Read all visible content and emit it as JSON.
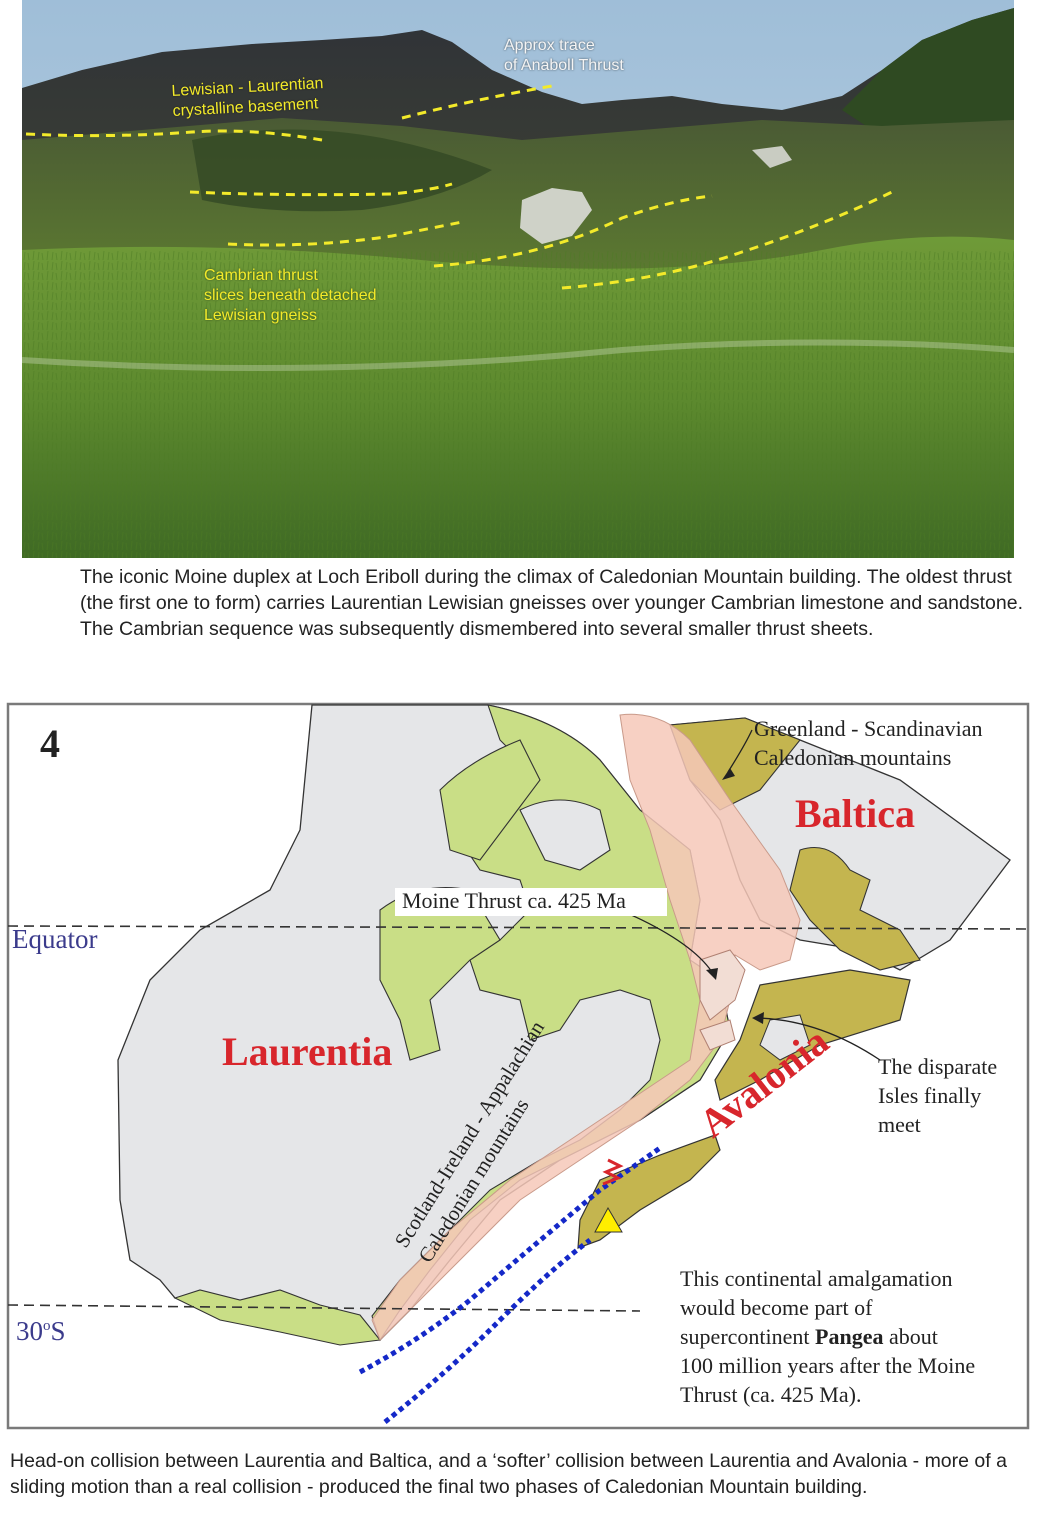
{
  "photo": {
    "labels": {
      "basement": "Lewisian - Laurentian\ncrystalline basement",
      "thrust_trace": "Approx  trace\nof Anaboll Thrust",
      "cambrian": "Cambrian thrust\nslices beneath detached\nLewisian gneiss"
    },
    "colors": {
      "annotation": "#f3ea2a",
      "grass": "#5d8a2e",
      "sky": "#a9c6dc"
    }
  },
  "captions": {
    "top": "The iconic Moine duplex at Loch Eriboll during the climax of Caledonian Mountain building. The oldest thrust (the first one to form) carries Laurentian Lewisian gneisses over younger Cambrian limestone and sandstone. The Cambrian sequence was subsequently dismembered into several smaller thrust sheets.",
    "bottom": "Head-on collision between Laurentia and Baltica, and a ‘softer’ collision between Laurentia and Avalonia - more of a sliding motion than a real collision - produced the final two phases of Caledonian Mountain building."
  },
  "map": {
    "panel_number": "4",
    "equator_label": "Equator",
    "lat30_label_prefix": "30",
    "lat30_label_deg": "o",
    "lat30_label_suffix": "S",
    "laurentia": "Laurentia",
    "baltica": "Baltica",
    "avalonia": "Avalonia",
    "greenland_label": [
      "Greenland - Scandinavian",
      "Caledonian mountains"
    ],
    "moine_label": "Moine Thrust ca. 425 Ma",
    "isles_label": [
      "The disparate",
      "Isles finally",
      "meet"
    ],
    "scotland_label": [
      "Scotland-Ireland - Appalachian",
      "Caledonian mountains"
    ],
    "pangea_note": {
      "line1": "This continental amalgamation",
      "line2": "would become part of",
      "line3_prefix": "supercontinent ",
      "line3_bold": "Pangea",
      "line3_suffix": " about",
      "line4": "100 million years after the Moine",
      "line5": "Thrust (ca. 425 Ma)."
    },
    "colors": {
      "land": "#e5e6e8",
      "shelf": "#c9de86",
      "avalonia_land": "#c4b54f",
      "orogen": "#f6c8b8",
      "continent_label": "#d8262c",
      "latitude_label": "#3b3b8c",
      "subduction": "#1428c8"
    }
  }
}
